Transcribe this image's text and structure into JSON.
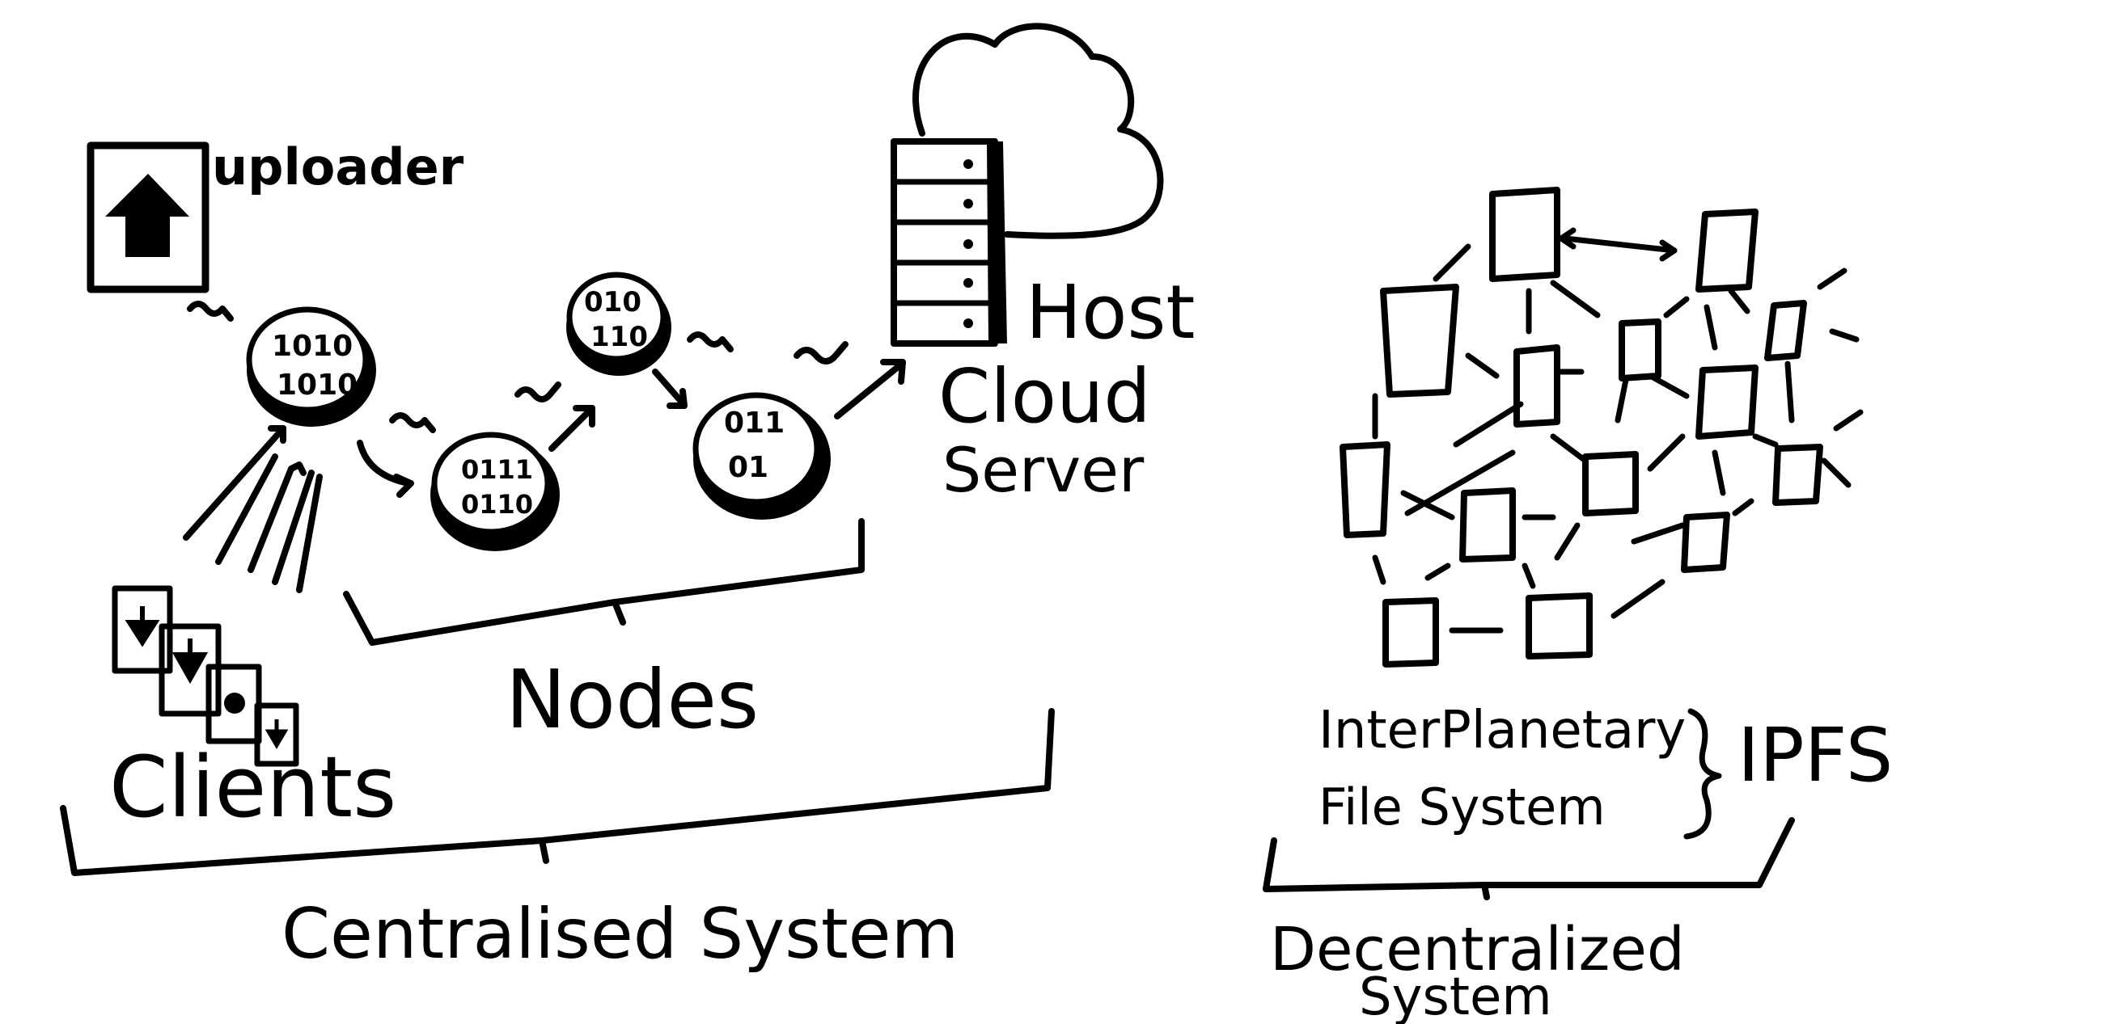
{
  "labels": {
    "uploader": "uploader",
    "host": "Host",
    "cloud": "Cloud",
    "server": "Server",
    "nodes": "Nodes",
    "clients": "Clients",
    "centralised_system": "Centralised System",
    "interplanetary": "InterPlanetary",
    "file_system": "File System",
    "ipfs": "IPFS",
    "decentralized": "Decentralized",
    "system": "System"
  },
  "node_binaries": [
    {
      "line1": "1010",
      "line2": "1010"
    },
    {
      "line1": "0111",
      "line2": "0110"
    },
    {
      "line1": "010",
      "line2": "110"
    },
    {
      "line1": "011",
      "line2": "01"
    }
  ],
  "colors": {
    "ink": "#000000",
    "paper": "#ffffff"
  },
  "icons": [
    "upload-arrow-icon",
    "download-arrow-icon",
    "cloud-icon",
    "server-rack-icon",
    "file-icon"
  ]
}
